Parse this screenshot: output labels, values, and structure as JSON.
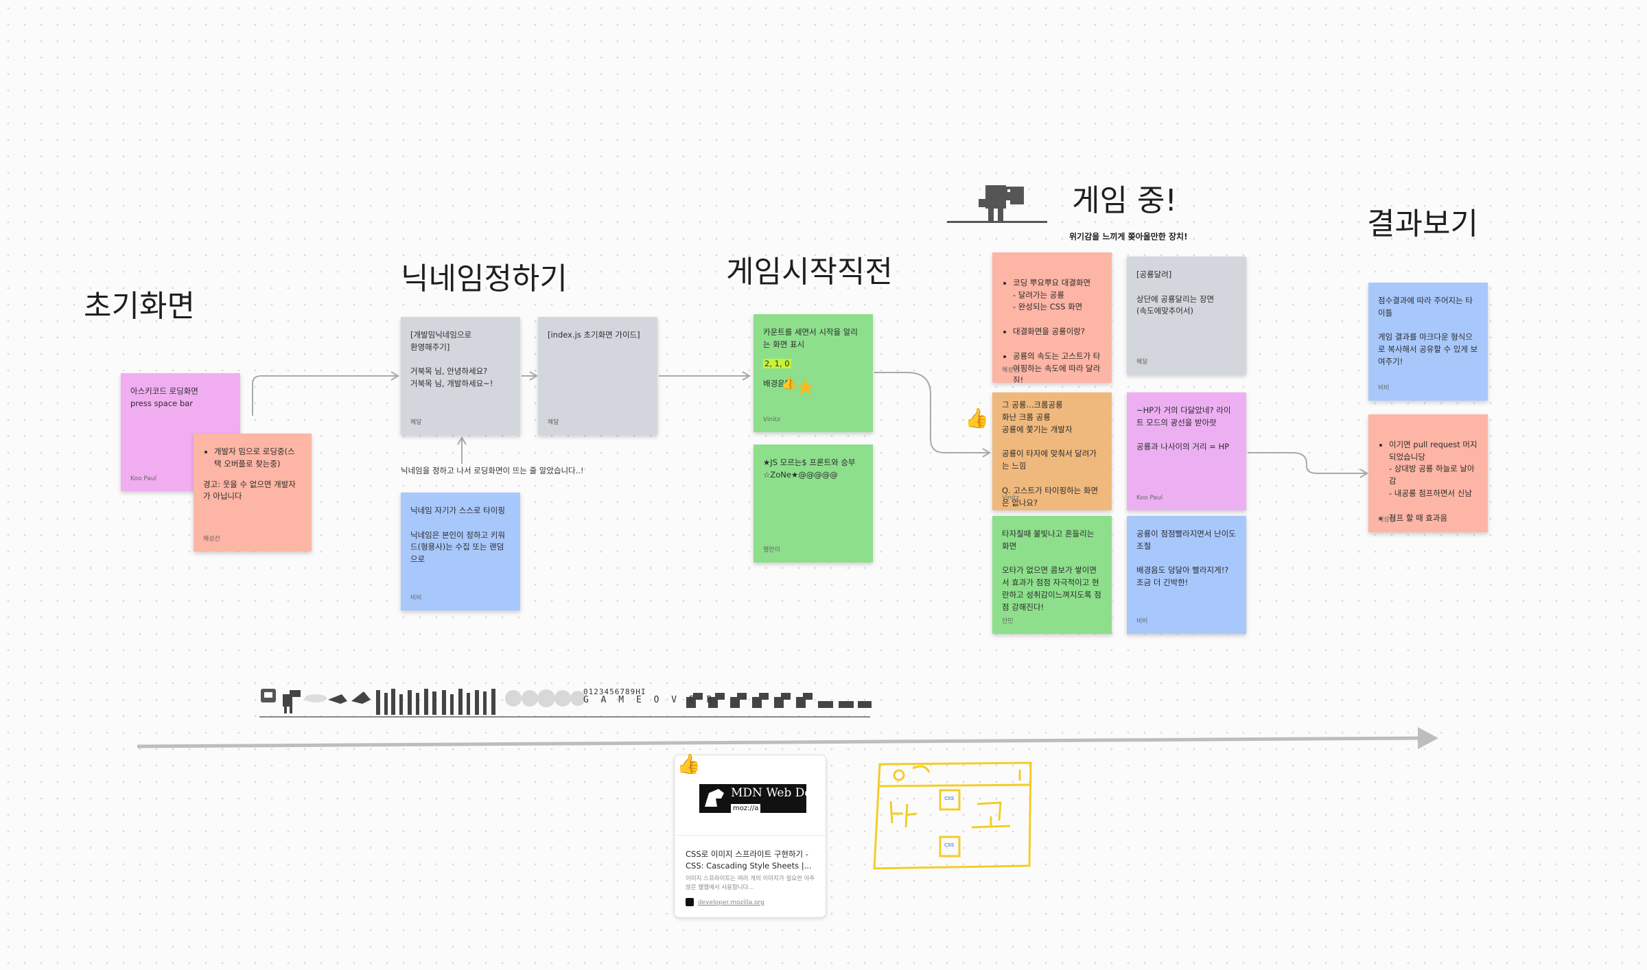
{
  "headings": {
    "initial": "초기화면",
    "nickname": "닉네임정하기",
    "before_start": "게임시작직전",
    "in_game": "게임 중!",
    "in_game_sub": "위기감을 느끼게 쫒아올만한 장치!",
    "result": "결과보기"
  },
  "notes": {
    "initial_1": {
      "text": "아스키코드 로딩화면\npress space bar",
      "author": "Koo Paul"
    },
    "initial_2": {
      "bullets": [
        "개발자 밈으로 로딩중(스택 오버플로 찾는중)"
      ],
      "text": "경고: 웃을 수 없으면 개발자가 아닙니다",
      "author": "혜성선"
    },
    "nick_1": {
      "text": "[개발밈닉네임으로\n  환영해주기]\n\n거북목 님, 안녕하세요?\n거북목 님, 개발하세요~!",
      "author": "혜달"
    },
    "nick_2": {
      "text": "[index.js 초기화면 가이드]",
      "author": "혜달"
    },
    "nick_3": {
      "text": "닉네임 자기가 스스로 타이핑\n\n닉네임은 본인이 정하고 키워드(형용사)는 수집 또는 랜덤으로",
      "author": "비비"
    },
    "start_1": {
      "text": "카운트를 세면서 시작을 알리는 화면 표시",
      "countdown": "2, 1, 0",
      "text2": "배경음악",
      "author": "Vinitz"
    },
    "start_2": {
      "text": "★JS 모르는$ 프론트와 승부☆ZoNe★@@@@@",
      "author": "웰란이"
    },
    "game_1": {
      "bullets": [
        "코딩 뿌요뿌요 대결화면\n- 달려가는 공룡\n- 완성되는 CSS 화면",
        "대결화면을 공룡이랑?",
        "공룡의 속도는 고스트가 타이핑하는 속도에 따라 달라짐!",
        ""
      ],
      "author": "혜성선"
    },
    "game_2": {
      "text": "[공룡달려]\n\n상단에 공룡달리는 장면\n(속도에맞추어서)",
      "author": "혜달"
    },
    "game_3": {
      "text": "그 공룡...크롬공룡\n화난 크롬 공룡\n공룡에 쫓기는 개발자\n\n공룡이 타자에 맞춰서 달려가는 느낌\n\nQ. 고스트가 타이핑하는 화면은 없나요?",
      "author": "Vinitz"
    },
    "game_4": {
      "text": "~HP가 거의 다닳았네? 라이트 모드의 광선을 받아랏\n\n공룡과 나사이의 거리 = HP",
      "author": "Koo Paul"
    },
    "game_5": {
      "text": "타자칠때 불빛나고 흔들리는 화면\n\n오타가 없으면 콤보가 쌓이면서 효과가 점점 자극적이고 현란하고 성취감이느껴지도록 점점 강해진다!",
      "author": "안민"
    },
    "game_6": {
      "text": "공룡이 점점빨라지면서 난이도 조절\n\n배경음도 덩달아 빨라지게!?\n조금 더 긴박한!",
      "author": "비비"
    },
    "result_1": {
      "text": "점수결과에 따라 주어지는 타이틀\n\n게임 결과를 마크다운 형식으로 복사해서 공유할 수 있게 보여주기!",
      "author": "비비"
    },
    "result_2": {
      "bullets": [
        "이기면 pull request 머지되었습니당\n- 상대방 공룡 하늘로 날아감\n- 내공룡 점프하면서 신남",
        "점프 할 때 효과음"
      ],
      "author": "혜성선"
    }
  },
  "captions": {
    "nick_loading": "닉네임을 정하고 나서 로딩화면이 뜨는 줄 알았습니다..!"
  },
  "sprite": {
    "digits": "0123456789HI",
    "game_over": "G A M E   O V E R"
  },
  "link_card": {
    "logo_title": "MDN Web Docs",
    "logo_sub": "moz://a",
    "title": "CSS로 이미지 스프라이트 구현하기 - CSS: Cascading Style Sheets |...",
    "description": "이미지 스프라이트는 여러 개의 이미지가 필요한 아주 많은 웹앱에서 사용합니다...",
    "domain": "developer.mozilla.org"
  },
  "sketch": {
    "text_left": "나",
    "text_right": "고",
    "badge": "css"
  },
  "icons": {
    "thumbs": "thumbs-up-icon",
    "star": "star-icon",
    "dino": "dino-icon"
  },
  "colors": {
    "pink": "#f0aef0",
    "salmon": "#fdb5a5",
    "grey": "#d3d6dd",
    "green": "#8ddf8c",
    "blue": "#a8c8fc",
    "orange": "#efb97d",
    "violet": "#ecb0f2",
    "sketch": "#f3cd25",
    "timeline": "#bdbdbd"
  }
}
